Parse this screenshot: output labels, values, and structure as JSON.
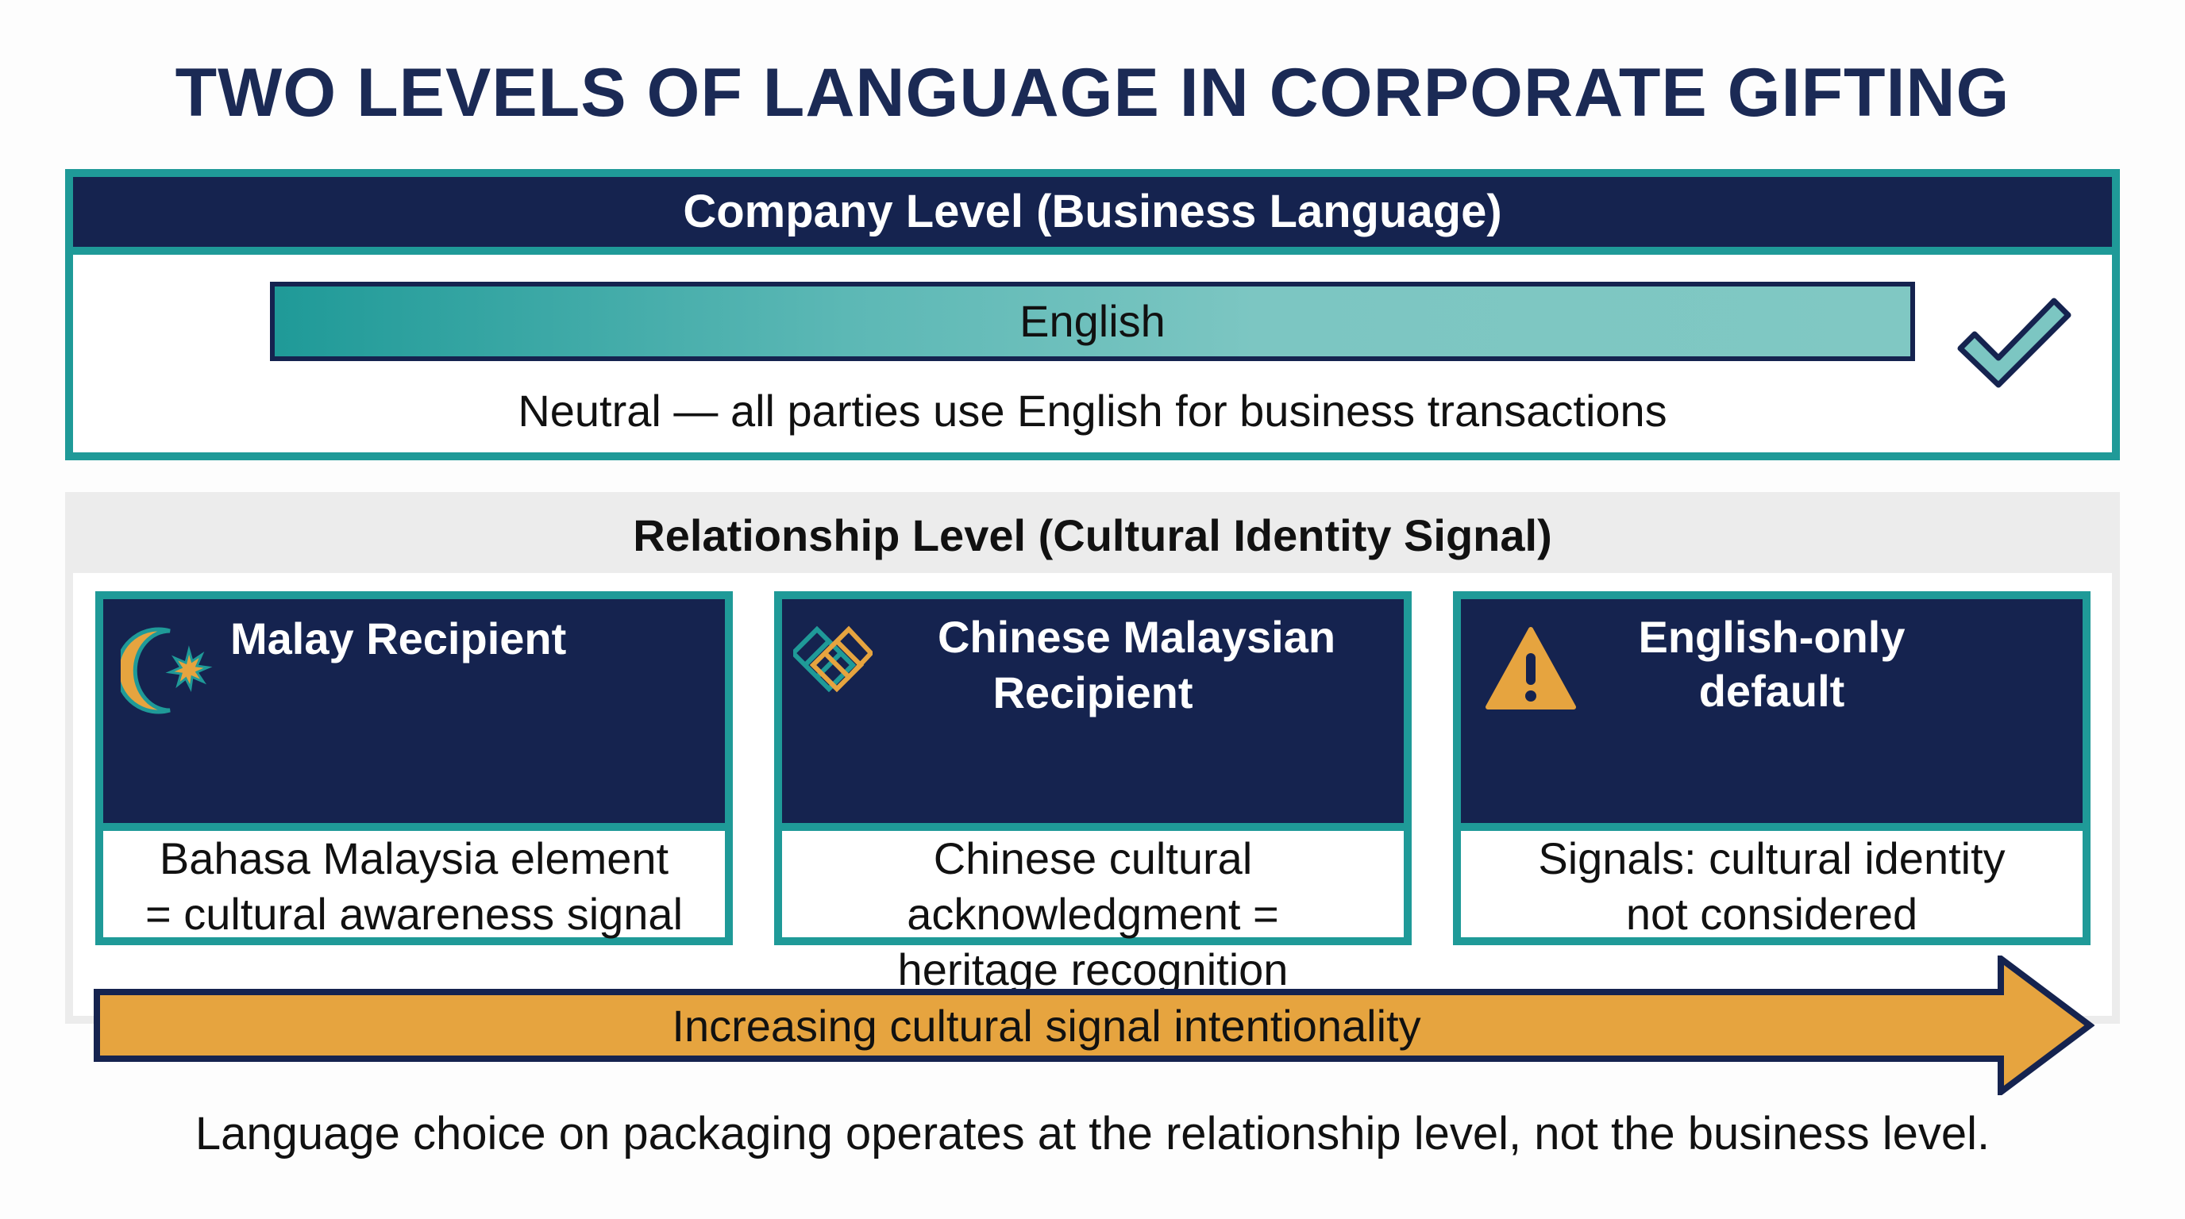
{
  "title": "TWO LEVELS OF LANGUAGE IN CORPORATE GIFTING",
  "company_level": {
    "header": "Company Level (Business Language)",
    "language_bar": "English",
    "description": "Neutral — all parties use English for business transactions",
    "icon": "checkmark-icon"
  },
  "relationship_level": {
    "header": "Relationship Level (Cultural Identity Signal)",
    "cards": [
      {
        "title": "Malay Recipient",
        "icon": "crescent-star-icon",
        "body": [
          "Bahasa Malaysia element",
          "= cultural awareness signal"
        ]
      },
      {
        "title_lines": [
          "Chinese Malaysian",
          "Recipient"
        ],
        "icon": "endless-knot-icon",
        "body": [
          "Chinese cultural",
          "acknowledgment =",
          "heritage recognition"
        ]
      },
      {
        "title_lines": [
          "English-only",
          "default"
        ],
        "icon": "warning-triangle-icon",
        "body": [
          "Signals: cultural identity",
          "not considered"
        ]
      }
    ]
  },
  "arrow": {
    "label": "Increasing cultural signal intentionality"
  },
  "footer": "Language choice on packaging operates at the relationship level, not the business level.",
  "colors": {
    "navy": "#15234f",
    "teal": "#1f9a98",
    "light_teal": "#7cc6c2",
    "gold": "#e6a43f",
    "panel_gray": "#ececec"
  }
}
